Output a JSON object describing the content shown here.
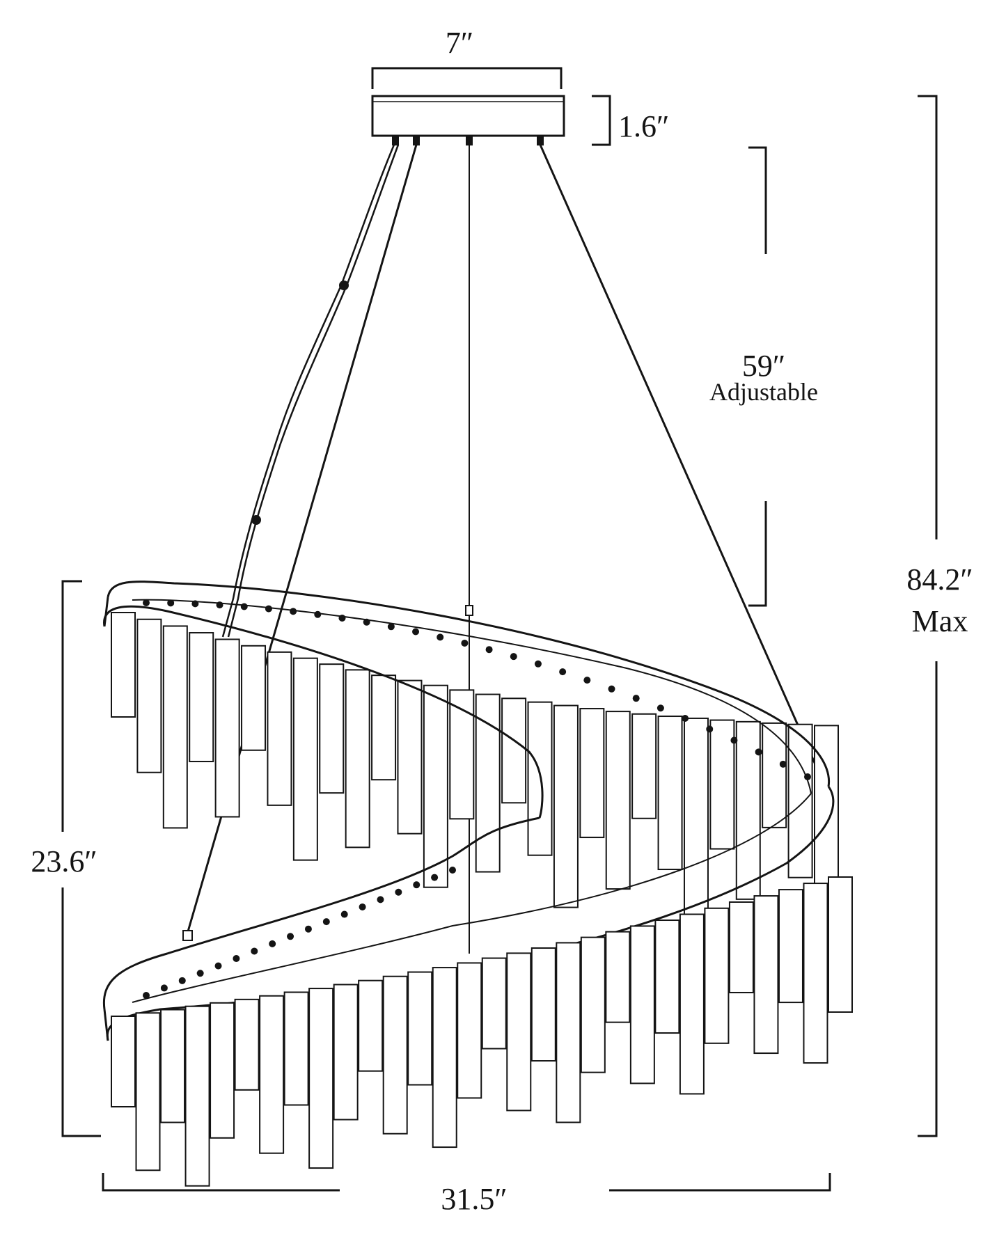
{
  "dimensions": {
    "canopy_width": "7″",
    "canopy_height": "1.6″",
    "adjustable_value": "59″",
    "adjustable_note": "Adjustable",
    "max_height_value": "84.2″",
    "max_height_note": "Max",
    "fixture_height": "23.6″",
    "fixture_width": "31.5″"
  },
  "colors": {
    "line": "#141414",
    "background": "#ffffff"
  }
}
